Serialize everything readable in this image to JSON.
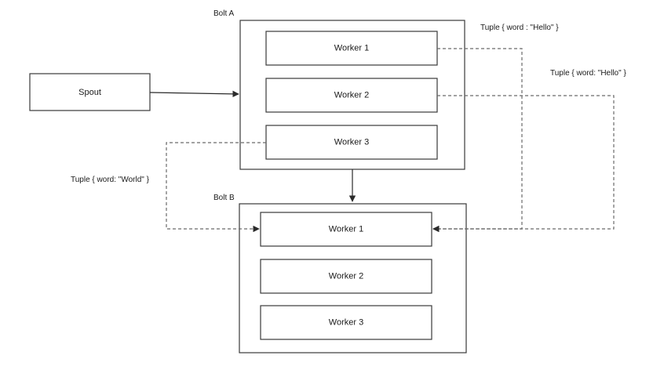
{
  "spout": {
    "label": "Spout"
  },
  "bolt_a": {
    "label": "Bolt A",
    "workers": [
      {
        "label": "Worker 1"
      },
      {
        "label": "Worker 2"
      },
      {
        "label": "Worker 3"
      }
    ]
  },
  "bolt_b": {
    "label": "Bolt B",
    "workers": [
      {
        "label": "Worker 1"
      },
      {
        "label": "Worker 2"
      },
      {
        "label": "Worker 3"
      }
    ]
  },
  "tuples": {
    "worker1_hello": "Tuple { word : \"Hello\" }",
    "worker2_hello": "Tuple { word: \"Hello\" }",
    "worker3_world": "Tuple { word: \"World\" }"
  }
}
